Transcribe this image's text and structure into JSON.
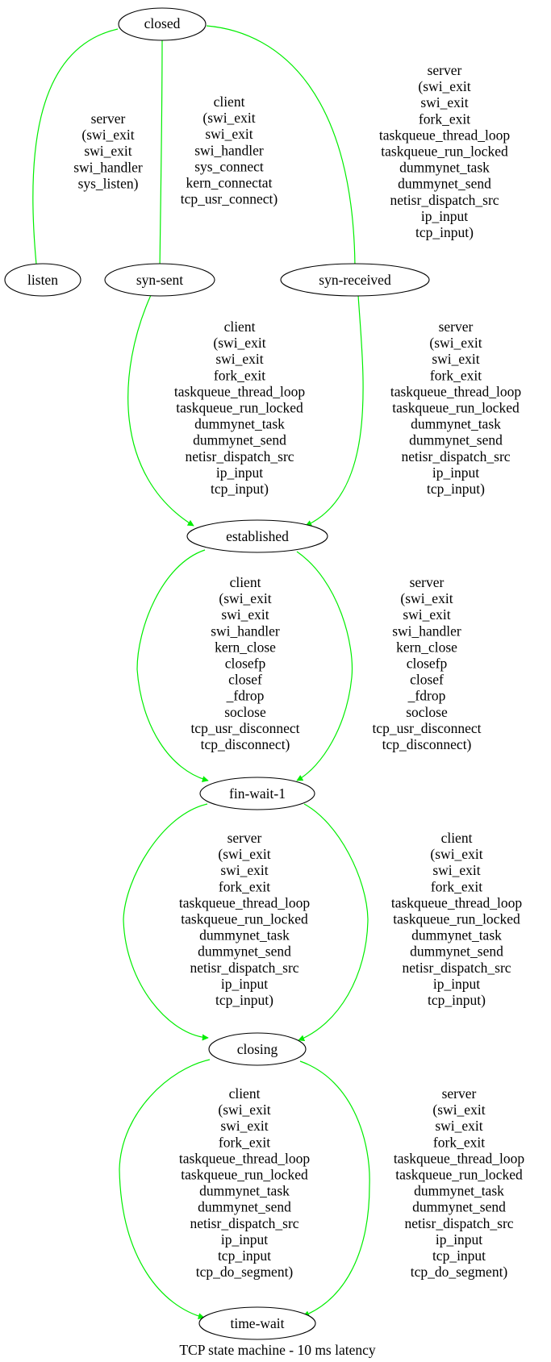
{
  "caption": "TCP state machine - 10 ms latency",
  "edge_color": "#00ee00",
  "nodes": {
    "closed": "closed",
    "listen": "listen",
    "syn_sent": "syn-sent",
    "syn_received": "syn-received",
    "established": "established",
    "fin_wait_1": "fin-wait-1",
    "closing": "closing",
    "time_wait": "time-wait"
  },
  "edges": [
    {
      "id": "closed-listen",
      "from": "closed",
      "to": "listen",
      "label": [
        "server",
        "(swi_exit",
        "swi_exit",
        "swi_handler",
        "sys_listen)"
      ]
    },
    {
      "id": "closed-syn-sent",
      "from": "closed",
      "to": "syn-sent",
      "label": [
        "client",
        "(swi_exit",
        "swi_exit",
        "swi_handler",
        "sys_connect",
        "kern_connectat",
        "tcp_usr_connect)"
      ]
    },
    {
      "id": "closed-syn-received",
      "from": "closed",
      "to": "syn-received",
      "label": [
        "server",
        "(swi_exit",
        "swi_exit",
        "fork_exit",
        "taskqueue_thread_loop",
        "taskqueue_run_locked",
        "dummynet_task",
        "dummynet_send",
        "netisr_dispatch_src",
        "ip_input",
        "tcp_input)"
      ]
    },
    {
      "id": "syn-sent-established",
      "from": "syn-sent",
      "to": "established",
      "label": [
        "client",
        "(swi_exit",
        "swi_exit",
        "fork_exit",
        "taskqueue_thread_loop",
        "taskqueue_run_locked",
        "dummynet_task",
        "dummynet_send",
        "netisr_dispatch_src",
        "ip_input",
        "tcp_input)"
      ]
    },
    {
      "id": "syn-received-established",
      "from": "syn-received",
      "to": "established",
      "label": [
        "server",
        "(swi_exit",
        "swi_exit",
        "fork_exit",
        "taskqueue_thread_loop",
        "taskqueue_run_locked",
        "dummynet_task",
        "dummynet_send",
        "netisr_dispatch_src",
        "ip_input",
        "tcp_input)"
      ]
    },
    {
      "id": "established-fin-wait-1-client",
      "from": "established",
      "to": "fin-wait-1",
      "label": [
        "client",
        "(swi_exit",
        "swi_exit",
        "swi_handler",
        "kern_close",
        "closefp",
        "closef",
        "_fdrop",
        "soclose",
        "tcp_usr_disconnect",
        "tcp_disconnect)"
      ]
    },
    {
      "id": "established-fin-wait-1-server",
      "from": "established",
      "to": "fin-wait-1",
      "label": [
        "server",
        "(swi_exit",
        "swi_exit",
        "swi_handler",
        "kern_close",
        "closefp",
        "closef",
        "_fdrop",
        "soclose",
        "tcp_usr_disconnect",
        "tcp_disconnect)"
      ]
    },
    {
      "id": "fin-wait-1-closing-server",
      "from": "fin-wait-1",
      "to": "closing",
      "label": [
        "server",
        "(swi_exit",
        "swi_exit",
        "fork_exit",
        "taskqueue_thread_loop",
        "taskqueue_run_locked",
        "dummynet_task",
        "dummynet_send",
        "netisr_dispatch_src",
        "ip_input",
        "tcp_input)"
      ]
    },
    {
      "id": "fin-wait-1-closing-client",
      "from": "fin-wait-1",
      "to": "closing",
      "label": [
        "client",
        "(swi_exit",
        "swi_exit",
        "fork_exit",
        "taskqueue_thread_loop",
        "taskqueue_run_locked",
        "dummynet_task",
        "dummynet_send",
        "netisr_dispatch_src",
        "ip_input",
        "tcp_input)"
      ]
    },
    {
      "id": "closing-time-wait-client",
      "from": "closing",
      "to": "time-wait",
      "label": [
        "client",
        "(swi_exit",
        "swi_exit",
        "fork_exit",
        "taskqueue_thread_loop",
        "taskqueue_run_locked",
        "dummynet_task",
        "dummynet_send",
        "netisr_dispatch_src",
        "ip_input",
        "tcp_input",
        "tcp_do_segment)"
      ]
    },
    {
      "id": "closing-time-wait-server",
      "from": "closing",
      "to": "time-wait",
      "label": [
        "server",
        "(swi_exit",
        "swi_exit",
        "fork_exit",
        "taskqueue_thread_loop",
        "taskqueue_run_locked",
        "dummynet_task",
        "dummynet_send",
        "netisr_dispatch_src",
        "ip_input",
        "tcp_input",
        "tcp_do_segment)"
      ]
    }
  ]
}
